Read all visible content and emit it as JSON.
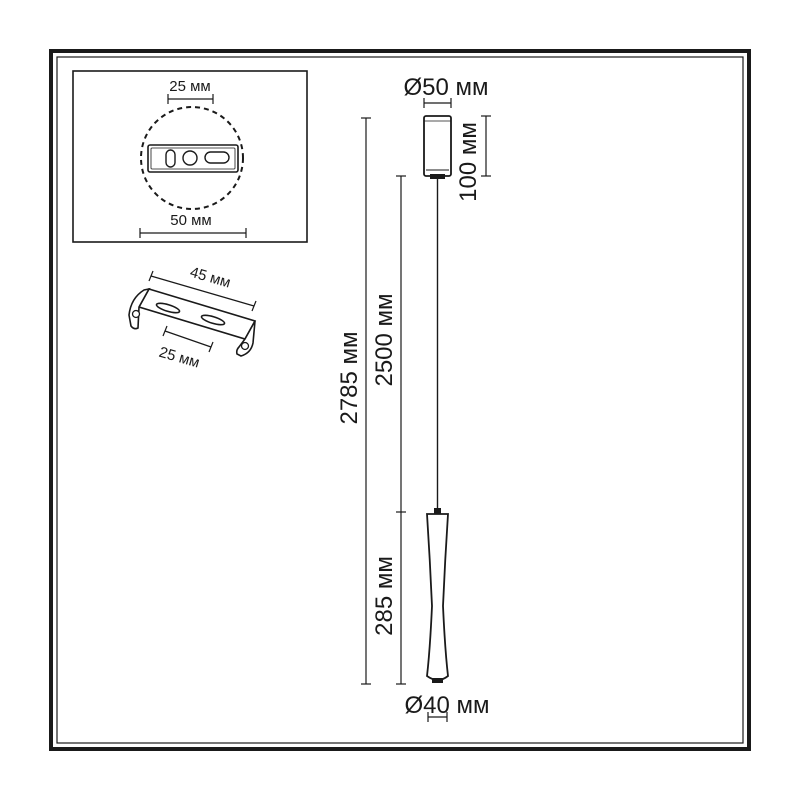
{
  "colors": {
    "line": "#1a1a1a",
    "background": "#ffffff"
  },
  "inset": {
    "top_dimension": "25 мм",
    "bottom_dimension": "50 мм"
  },
  "bracket": {
    "length_dimension": "45 мм",
    "hole_dimension": "25 мм"
  },
  "lamp": {
    "canopy_diameter": "Ø50 мм",
    "canopy_height": "100 мм",
    "total_height": "2785 мм",
    "cable_length": "2500 мм",
    "shade_height": "285 мм",
    "shade_diameter": "Ø40 мм"
  }
}
